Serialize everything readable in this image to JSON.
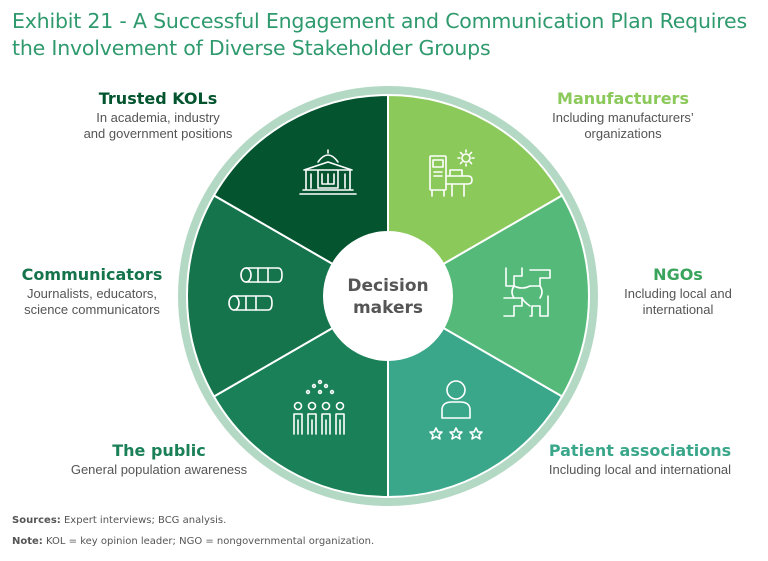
{
  "title": {
    "line1": "Exhibit 21 - A Successful Engagement and Communication Plan Requires",
    "line2": "the Involvement of Diverse Stakeholder Groups"
  },
  "center": {
    "line1": "Decision",
    "line2": "makers"
  },
  "segments": [
    {
      "id": "kols",
      "name": "Trusted KOLs",
      "desc1": "In academia, industry",
      "desc2": "and government positions",
      "color": "#04552f",
      "icon": "institution-building-icon"
    },
    {
      "id": "manufacturers",
      "name": "Manufacturers",
      "desc1": "Including manufacturers’",
      "desc2": "organizations",
      "color": "#8bc95b",
      "icon": "factory-machine-icon"
    },
    {
      "id": "ngos",
      "name": "NGOs",
      "desc1": "Including local and",
      "desc2": "international",
      "color": "#55ba79",
      "icon": "joined-hands-icon"
    },
    {
      "id": "patients",
      "name": "Patient associations",
      "desc1": "Including local and international",
      "desc2": "",
      "color": "#3aa78a",
      "icon": "patient-rating-icon"
    },
    {
      "id": "public",
      "name": "The public",
      "desc1": "General population awareness",
      "desc2": "",
      "color": "#1a8057",
      "icon": "crowd-icon"
    },
    {
      "id": "communicators",
      "name": "Communicators",
      "desc1": "Journalists, educators,",
      "desc2": "science communicators",
      "color": "#16744c",
      "icon": "scroll-icon"
    }
  ],
  "colors": {
    "title": "#2f9a6d",
    "kols_head": "#04552f",
    "manufacturers_head": "#8bc95b",
    "ngos_head": "#3aa45c",
    "patients_head": "#3aa78a",
    "public_head": "#1a8057",
    "communicators_head": "#16744c",
    "ring": "#b3d8c3"
  },
  "footer": {
    "sources_label": "Sources:",
    "sources_text": "Expert interviews; BCG analysis.",
    "note_label": "Note:",
    "note_text": "KOL = key opinion leader; NGO = nongovernmental organization."
  }
}
